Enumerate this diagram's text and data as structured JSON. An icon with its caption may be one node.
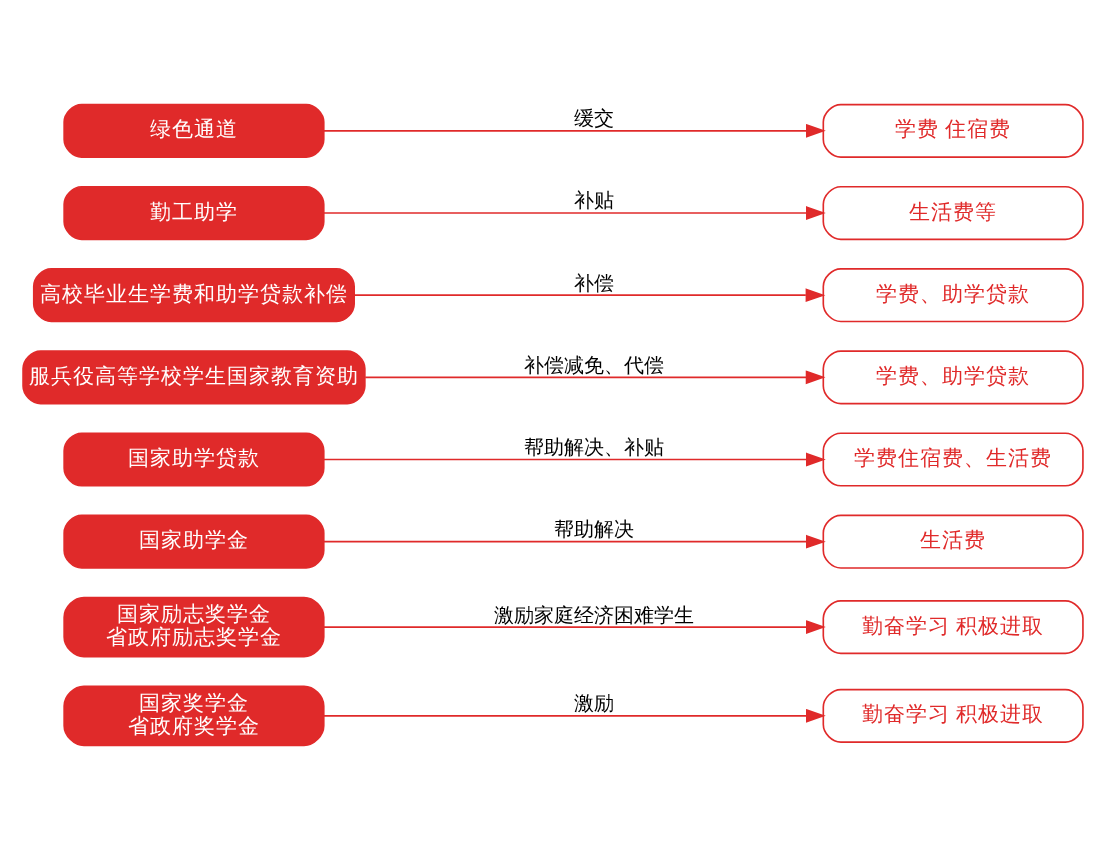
{
  "diagram": {
    "nodes": [
      {
        "text": [
          "国家奖学金",
          "省政府奖学金"
        ]
      },
      {
        "text": [
          "国家励志奖学金",
          "省政府励志奖学金"
        ]
      },
      {
        "text": [
          "国家助学金"
        ]
      },
      {
        "text": [
          "国家助学贷款"
        ]
      },
      {
        "text": [
          "服兵役高等学校学生国家教育资助"
        ]
      },
      {
        "text": [
          "高校毕业生学费和助学贷款补偿"
        ]
      },
      {
        "text": [
          "勤工助学"
        ]
      },
      {
        "text": [
          "绿色通道"
        ]
      },
      {
        "text": [
          "勤奋学习 积极进取"
        ]
      },
      {
        "text": [
          "勤奋学习 积极进取"
        ]
      },
      {
        "text": [
          "生活费"
        ]
      },
      {
        "text": [
          "学费住宿费、生活费"
        ]
      },
      {
        "text": [
          "学费、助学贷款"
        ]
      },
      {
        "text": [
          "学费、助学贷款"
        ]
      },
      {
        "text": [
          "生活费等"
        ]
      },
      {
        "text": [
          "学费 住宿费"
        ]
      }
    ],
    "edges": [
      {
        "from": 0,
        "to": 8,
        "arrow": "to",
        "label": "激励"
      },
      {
        "from": 1,
        "to": 9,
        "arrow": "to",
        "label": "激励家庭经济困难学生"
      },
      {
        "from": 2,
        "to": 10,
        "arrow": "to",
        "label": "帮助解决"
      },
      {
        "from": 3,
        "to": 11,
        "arrow": "to",
        "label": "帮助解决、补贴"
      },
      {
        "from": 4,
        "to": 12,
        "arrow": "to",
        "label": "补偿减免、代偿"
      },
      {
        "from": 5,
        "to": 13,
        "arrow": "to",
        "label": "补偿"
      },
      {
        "from": 6,
        "to": 14,
        "arrow": "to",
        "label": "补贴"
      },
      {
        "from": 7,
        "to": 15,
        "arrow": "to",
        "label": "缓交"
      }
    ]
  }
}
